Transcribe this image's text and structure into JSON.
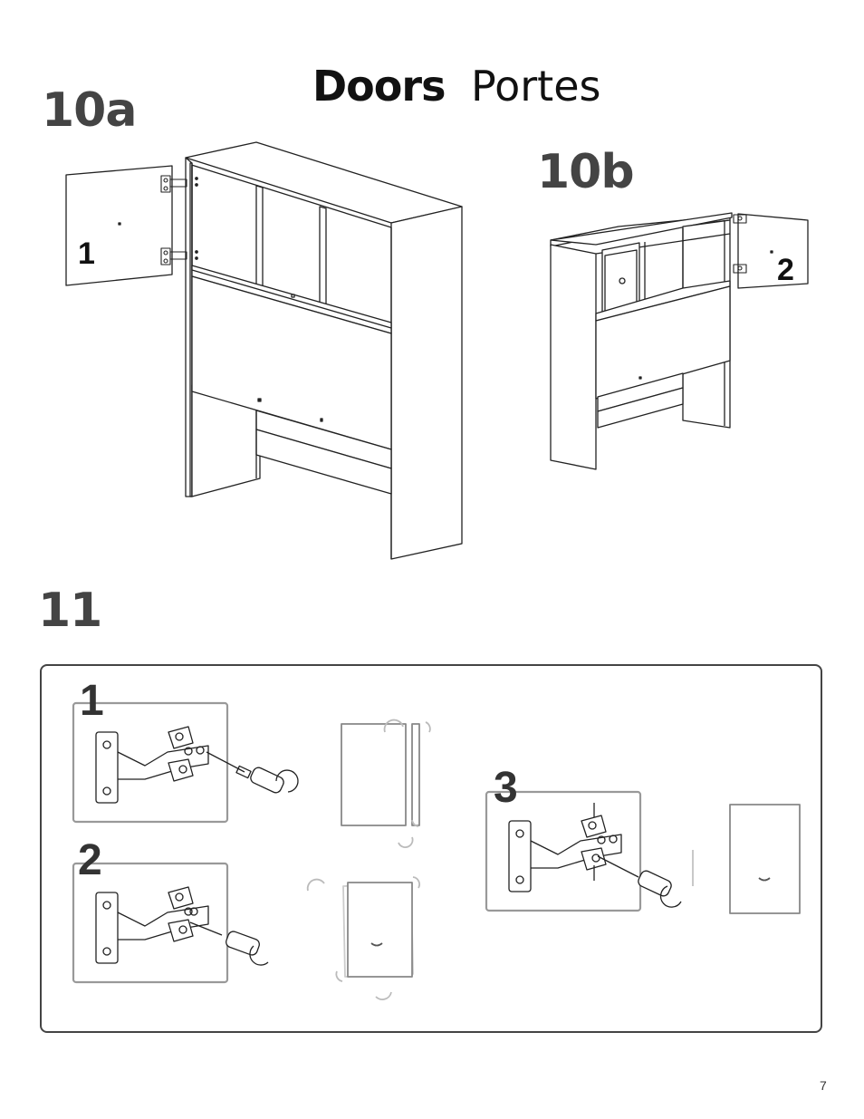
{
  "header": {
    "title_bold": "Doors",
    "title_light": "Portes"
  },
  "steps": {
    "step_10a": "10a",
    "step_10b": "10b",
    "step_11": "11"
  },
  "doors": {
    "left_label": "1",
    "right_label": "2"
  },
  "substeps": {
    "s1": "1",
    "s2": "2",
    "s3": "3"
  },
  "footer": {
    "page_number": "7"
  }
}
